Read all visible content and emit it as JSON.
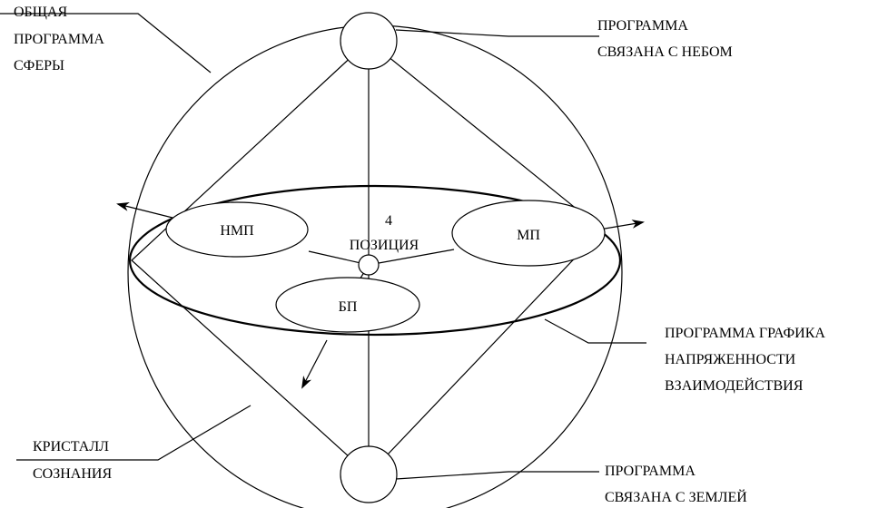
{
  "labels": {
    "sphere_program": [
      "ОБЩАЯ",
      "ПРОГРАММА",
      "СФЕРЫ"
    ],
    "sky_program": [
      "ПРОГРАММА",
      "СВЯЗАНА С НЕБОМ"
    ],
    "tension_program": [
      "ПРОГРАММА ГРАФИКА",
      "НАПРЯЖЕННОСТИ",
      "ВЗАИМОДЕЙСТВИЯ"
    ],
    "crystal": [
      "КРИСТАЛЛ",
      "СОЗНАНИЯ"
    ],
    "earth_program": [
      "ПРОГРАММА",
      "СВЯЗАНА С ЗЕМЛЕЙ"
    ],
    "position": [
      "4",
      "ПОЗИЦИЯ"
    ]
  },
  "nodes": {
    "nmp": "НМП",
    "mp": "МП",
    "bp": "БП"
  },
  "colors": {
    "line": "#000000",
    "background": "#ffffff"
  }
}
